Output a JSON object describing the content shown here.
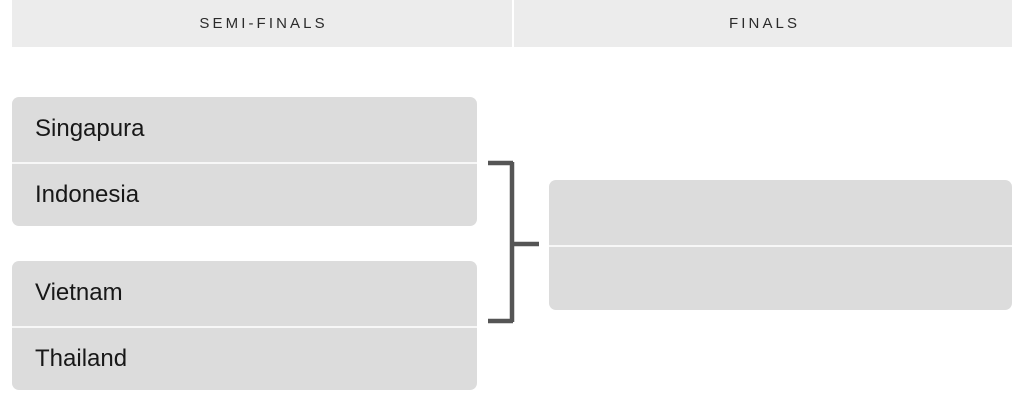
{
  "bracket": {
    "rounds": [
      {
        "id": "semi-finals",
        "label": "SEMI-FINALS"
      },
      {
        "id": "finals",
        "label": "FINALS"
      }
    ],
    "matches": [
      {
        "id": "semi-final-1",
        "round": "semi-finals",
        "teams": [
          {
            "name": "Singapura"
          },
          {
            "name": "Indonesia"
          }
        ]
      },
      {
        "id": "semi-final-2",
        "round": "semi-finals",
        "teams": [
          {
            "name": "Vietnam"
          },
          {
            "name": "Thailand"
          }
        ]
      },
      {
        "id": "final-1",
        "round": "finals",
        "teams": [
          {
            "name": ""
          },
          {
            "name": ""
          }
        ]
      }
    ]
  },
  "colors": {
    "page_background": "#ffffff",
    "header_band": "#ececec",
    "header_text": "#2b2b2b",
    "card_background": "#dcdcdc",
    "card_divider": "#f7f7f7",
    "team_text": "#181818",
    "connector_line": "#555555"
  }
}
